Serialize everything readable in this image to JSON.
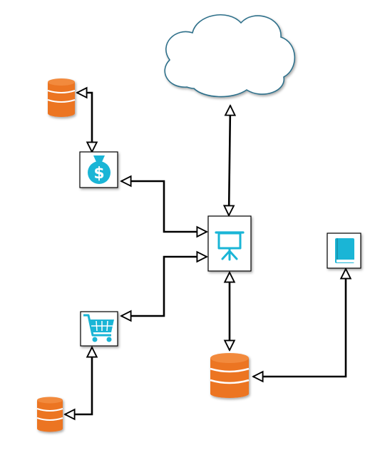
{
  "diagram": {
    "nodes": [
      {
        "id": "cloud",
        "kind": "cloud"
      },
      {
        "id": "db-top-left",
        "kind": "database-icon"
      },
      {
        "id": "billing",
        "kind": "money-bag-icon"
      },
      {
        "id": "presentation",
        "kind": "presentation-board-icon"
      },
      {
        "id": "catalog",
        "kind": "book-icon"
      },
      {
        "id": "cart",
        "kind": "shopping-cart-icon"
      },
      {
        "id": "db-main",
        "kind": "database-icon"
      },
      {
        "id": "db-bottom-left",
        "kind": "database-icon"
      }
    ],
    "edges": [
      {
        "from": "presentation",
        "to": "cloud",
        "direction": "both"
      },
      {
        "from": "billing",
        "to": "db-top-left",
        "direction": "both"
      },
      {
        "from": "presentation",
        "to": "billing",
        "direction": "both"
      },
      {
        "from": "presentation",
        "to": "cart",
        "direction": "both"
      },
      {
        "from": "presentation",
        "to": "db-main",
        "direction": "both"
      },
      {
        "from": "db-main",
        "to": "catalog",
        "direction": "both"
      },
      {
        "from": "cart",
        "to": "db-bottom-left",
        "direction": "both"
      }
    ]
  },
  "colors": {
    "accent": "#1ab5d6",
    "database": "#ec7424",
    "database_dark": "#c85a12",
    "cloud_fill": "#ffffff",
    "cloud_stroke": "#2d6f8a",
    "line": "#000000"
  }
}
